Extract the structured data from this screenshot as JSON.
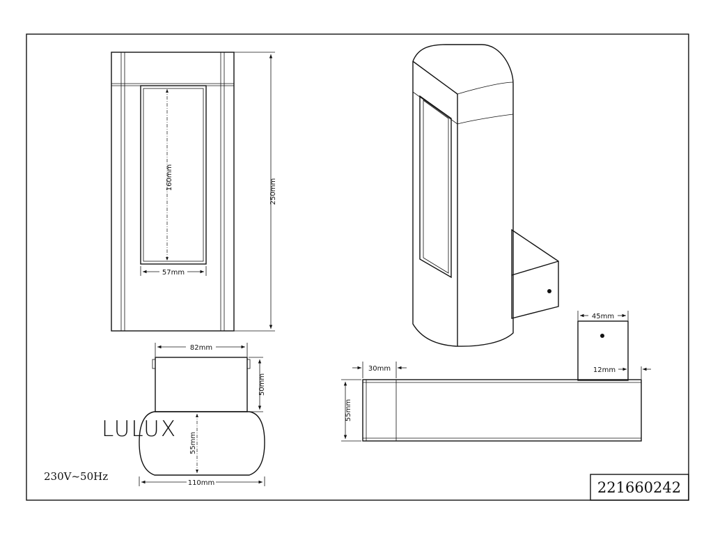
{
  "brand": "LULUX",
  "power_rating": "230V~50Hz",
  "article_number": "221660242",
  "dimensions": {
    "front_height": "250mm",
    "window_height": "160mm",
    "window_width": "57mm",
    "base_width": "82mm",
    "base_depth": "50mm",
    "head_depth": "55mm",
    "head_width": "110mm",
    "top_edge": "30mm",
    "side_depth": "55mm",
    "bracket_width": "45mm",
    "bracket_offset": "12mm"
  }
}
